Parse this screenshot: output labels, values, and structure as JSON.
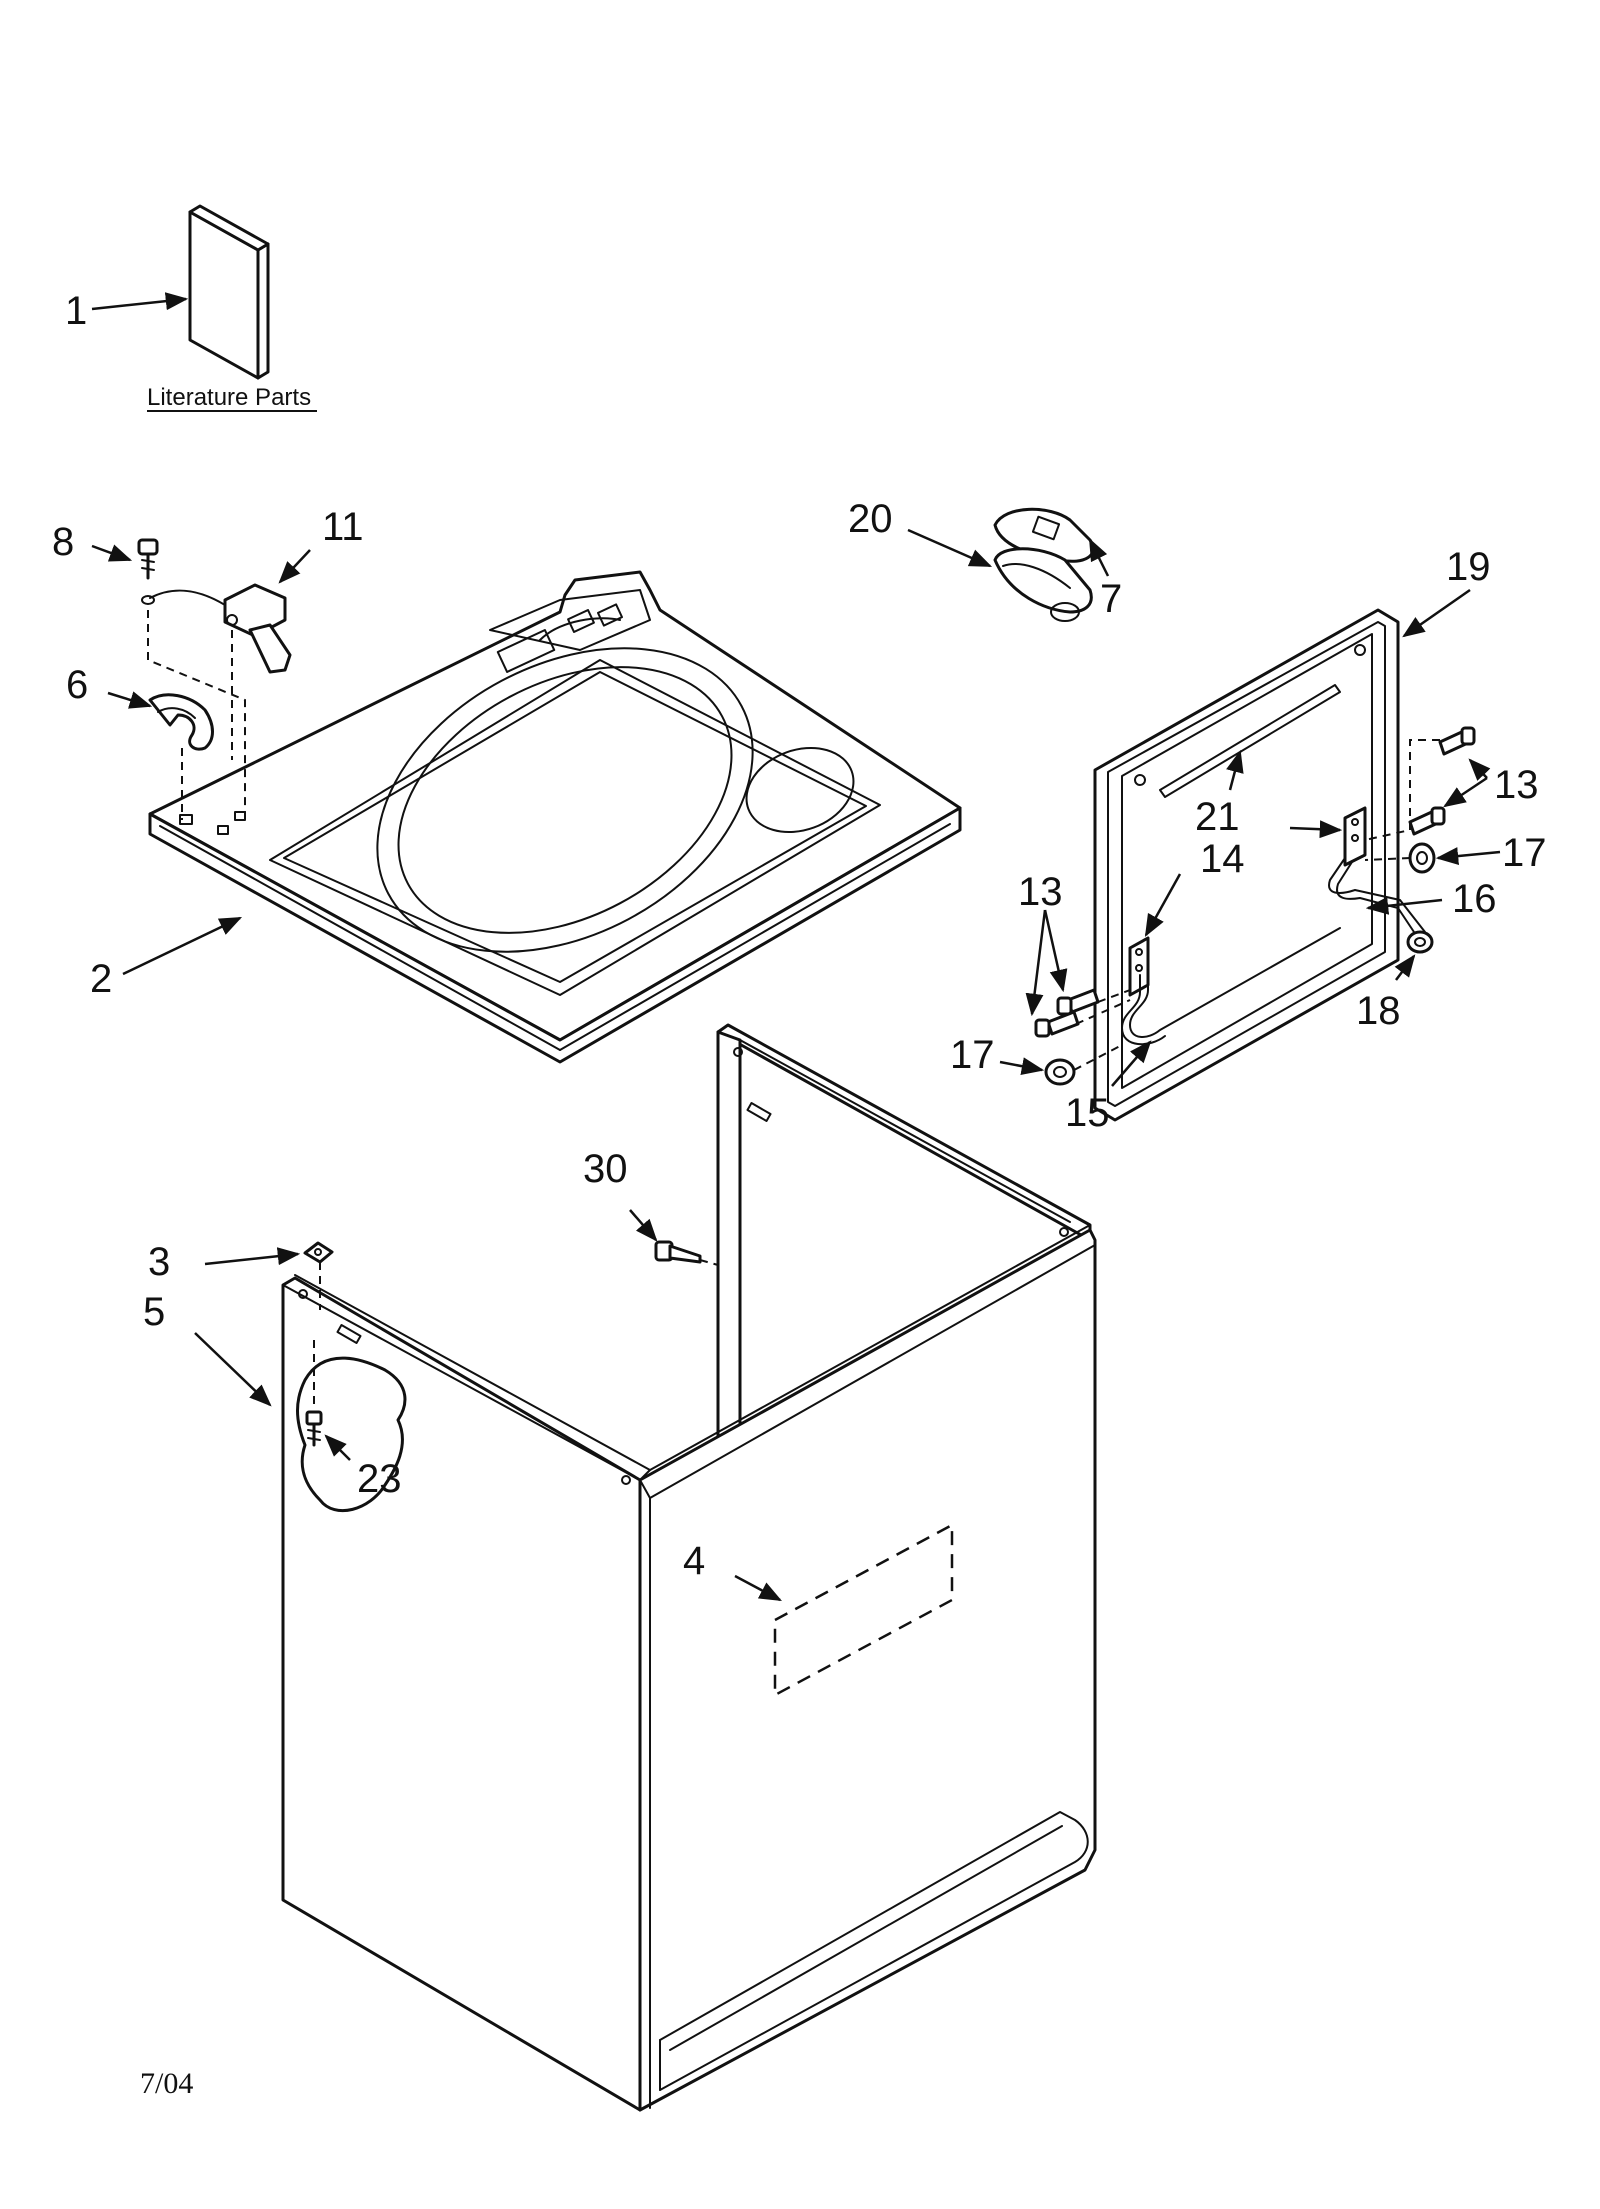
{
  "literature_caption": "Literature Parts",
  "date_code": "7/04",
  "callouts": {
    "c1": "1",
    "c2": "2",
    "c3": "3",
    "c4": "4",
    "c5": "5",
    "c6": "6",
    "c7": "7",
    "c8": "8",
    "c11": "11",
    "c13a": "13",
    "c13b": "13",
    "c14": "14",
    "c15": "15",
    "c16": "16",
    "c17a": "17",
    "c17b": "17",
    "c18": "18",
    "c19": "19",
    "c20": "20",
    "c21": "21",
    "c23": "23",
    "c30": "30"
  }
}
